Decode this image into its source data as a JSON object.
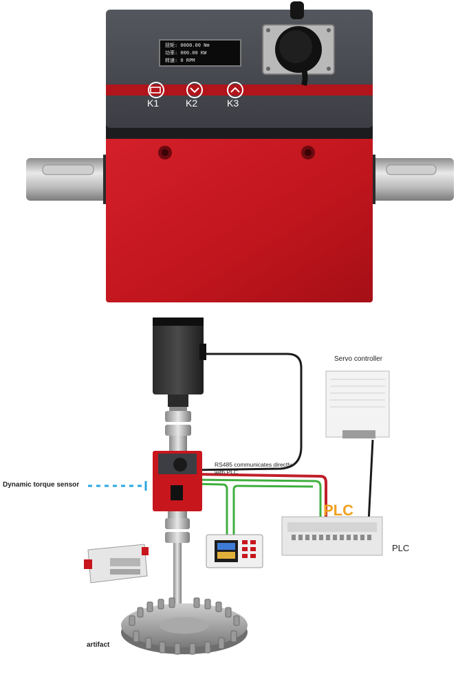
{
  "sensor_product": {
    "display_lines": [
      "扭矩: 0000.00 Nm",
      "功率: 000.00 KW",
      "转速: 0 RPM"
    ],
    "keys": [
      "K1",
      "K2",
      "K3"
    ]
  },
  "diagram": {
    "servo_controller_label": "Servo controller",
    "rs485_note_line1": "RS485 communicates directly",
    "rs485_note_line2": "with PLC",
    "torque_sensor_label": "Dynamic torque sensor",
    "plc_overlay_label": "PLC",
    "plc_label": "PLC",
    "artifact_label": "artifact"
  },
  "colors": {
    "sensor_red": "#c8161d",
    "top_panel": "#4a4c52",
    "accent_stripe": "#b2141b",
    "cable_red": "#c0202a",
    "cable_green": "#3fae3f",
    "callout_blue": "#2aa7df",
    "plc_overlay_text": "#f0a020"
  }
}
